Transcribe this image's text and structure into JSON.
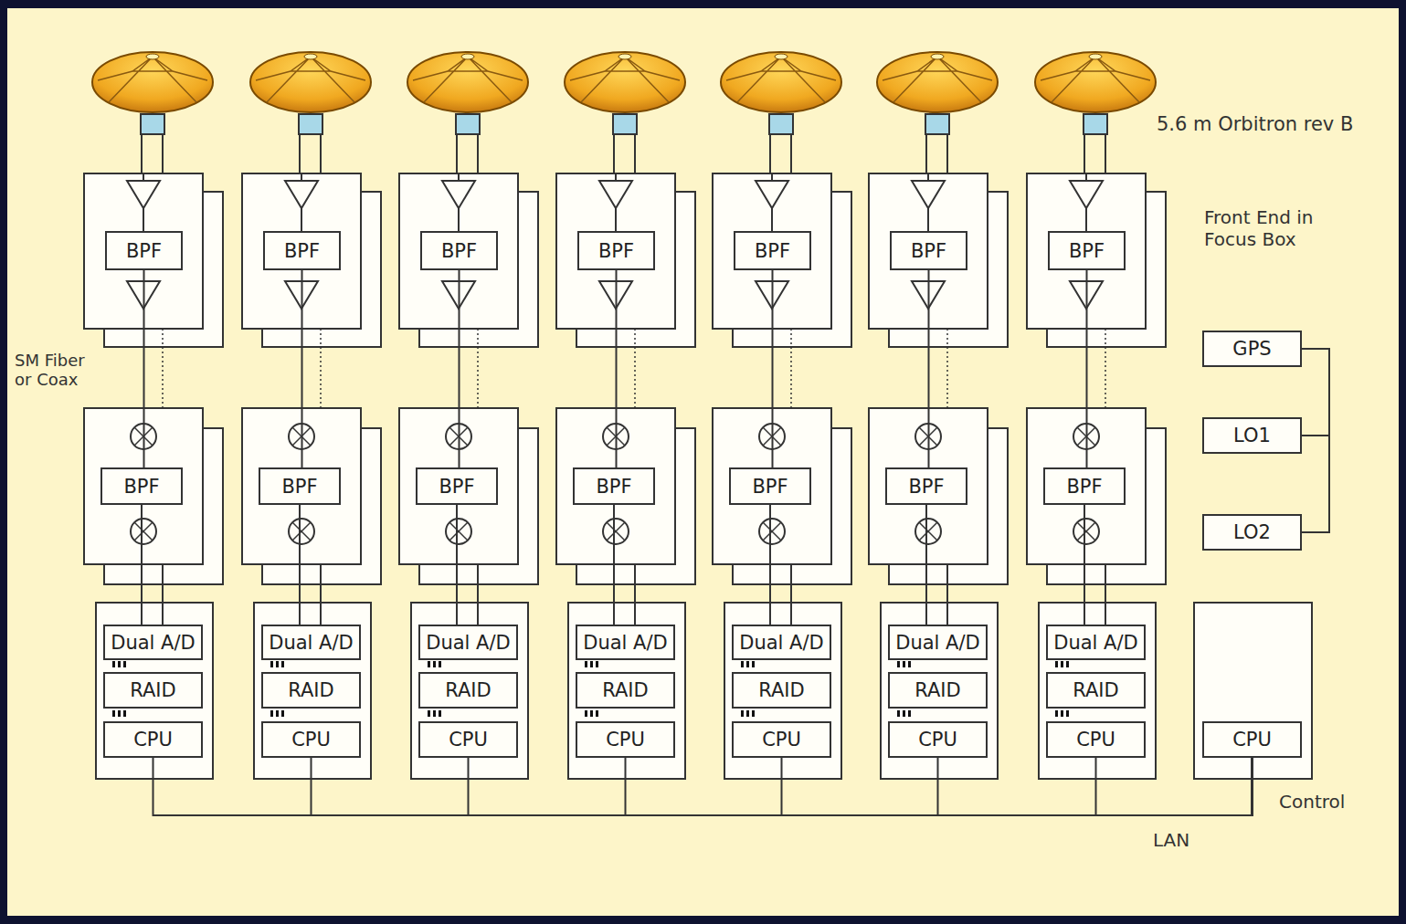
{
  "diagram": {
    "nodes": [
      {
        "text": [
          "BPF"
        ]
      },
      {
        "text": [
          "BPF"
        ]
      },
      {
        "text": [
          "BPF"
        ]
      },
      {
        "text": [
          "BPF"
        ]
      },
      {
        "text": [
          "BPF"
        ]
      },
      {
        "text": [
          "BPF"
        ]
      },
      {
        "text": [
          "BPF"
        ]
      },
      {
        "text": [
          "BPF"
        ]
      },
      {
        "text": [
          "BPF"
        ]
      },
      {
        "text": [
          "BPF"
        ]
      },
      {
        "text": [
          "BPF"
        ]
      },
      {
        "text": [
          "BPF"
        ]
      },
      {
        "text": [
          "BPF"
        ]
      },
      {
        "text": [
          "BPF"
        ]
      },
      {
        "text": [
          "GPS"
        ]
      },
      {
        "text": [
          "LO1"
        ]
      },
      {
        "text": [
          "LO2"
        ]
      },
      {
        "text": [
          "Dual A/D"
        ]
      },
      {
        "text": [
          "Dual A/D"
        ]
      },
      {
        "text": [
          "Dual A/D"
        ]
      },
      {
        "text": [
          "Dual A/D"
        ]
      },
      {
        "text": [
          "Dual A/D"
        ]
      },
      {
        "text": [
          "Dual A/D"
        ]
      },
      {
        "text": [
          "Dual A/D"
        ]
      },
      {
        "text": [
          "RAID"
        ]
      },
      {
        "text": [
          "RAID"
        ]
      },
      {
        "text": [
          "RAID"
        ]
      },
      {
        "text": [
          "RAID"
        ]
      },
      {
        "text": [
          "RAID"
        ]
      },
      {
        "text": [
          "RAID"
        ]
      },
      {
        "text": [
          "RAID"
        ]
      },
      {
        "text": [
          "CPU"
        ]
      },
      {
        "text": [
          "CPU"
        ]
      },
      {
        "text": [
          "CPU"
        ]
      },
      {
        "text": [
          "CPU"
        ]
      },
      {
        "text": [
          "CPU"
        ]
      },
      {
        "text": [
          "CPU"
        ]
      },
      {
        "text": [
          "CPU"
        ]
      },
      {
        "text": [
          "CPU"
        ]
      }
    ],
    "edges": [
      {
        "from": 0,
        "to": 7,
        "arrow": "none"
      },
      {
        "from": 1,
        "to": 8,
        "arrow": "none"
      },
      {
        "from": 2,
        "to": 9,
        "arrow": "none"
      },
      {
        "from": 3,
        "to": 10,
        "arrow": "none"
      },
      {
        "from": 4,
        "to": 11,
        "arrow": "none"
      },
      {
        "from": 5,
        "to": 12,
        "arrow": "none"
      },
      {
        "from": 6,
        "to": 13,
        "arrow": "none"
      },
      {
        "from": 7,
        "to": 17,
        "arrow": "none"
      },
      {
        "from": 8,
        "to": 18,
        "arrow": "none"
      },
      {
        "from": 9,
        "to": 19,
        "arrow": "none"
      },
      {
        "from": 10,
        "to": 20,
        "arrow": "none"
      },
      {
        "from": 11,
        "to": 21,
        "arrow": "none"
      },
      {
        "from": 12,
        "to": 22,
        "arrow": "none"
      },
      {
        "from": 13,
        "to": 23,
        "arrow": "none"
      },
      {
        "from": 31,
        "to": 38,
        "arrow": "none"
      },
      {
        "from": 32,
        "to": 38,
        "arrow": "none"
      },
      {
        "from": 33,
        "to": 38,
        "arrow": "none"
      },
      {
        "from": 34,
        "to": 38,
        "arrow": "none"
      },
      {
        "from": 35,
        "to": 38,
        "arrow": "none"
      },
      {
        "from": 36,
        "to": 38,
        "arrow": "none"
      },
      {
        "from": 37,
        "to": 38,
        "arrow": "none"
      },
      {
        "from": 14,
        "to": 15,
        "arrow": "none"
      },
      {
        "from": 15,
        "to": 16,
        "arrow": "none"
      }
    ],
    "labels": [
      "5.6 m Orbitron rev B",
      "Front End in Focus Box",
      "SM Fiber or Coax",
      "Control",
      "LAN"
    ]
  }
}
